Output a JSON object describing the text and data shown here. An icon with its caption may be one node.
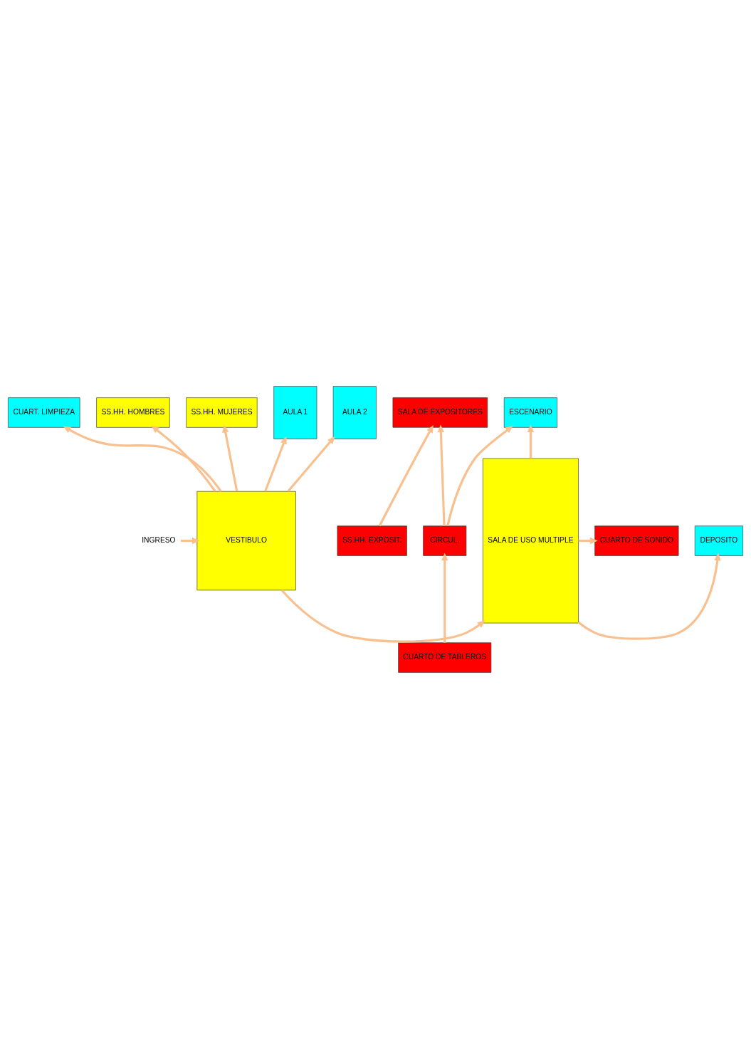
{
  "diagram": {
    "nodes": [
      {
        "text": [
          "SALA DE EXPOSITORES"
        ]
      },
      {
        "text": [
          "SS.HH. EXPOSIT."
        ]
      },
      {
        "text": [
          "CIRCUL."
        ]
      },
      {
        "text": [
          "CUARTO DE TABLEROS"
        ]
      },
      {
        "text": [
          "ESCENARIO"
        ]
      },
      {
        "text": [
          "CUART. LIMPIEZA"
        ]
      },
      {
        "text": [
          "CUARTO DE SONIDO"
        ]
      },
      {
        "text": [
          "SALA DE USO MULTIPLE"
        ]
      },
      {
        "text": [
          "DEPOSITO"
        ]
      },
      {
        "text": [
          "SS.HH. HOMBRES"
        ]
      },
      {
        "text": [
          "SS.HH. MUJERES"
        ]
      },
      {
        "text": [
          "VESTIBULO"
        ]
      },
      {
        "text": [
          "INGRESO"
        ]
      },
      {
        "text": [
          "AULA 1"
        ]
      },
      {
        "text": [
          "AULA 2"
        ]
      }
    ],
    "edges": [
      {
        "from": 1,
        "to": 0,
        "arrow": "to"
      },
      {
        "from": 2,
        "to": 0,
        "arrow": "to"
      },
      {
        "from": 3,
        "to": 2,
        "arrow": "to"
      },
      {
        "from": 2,
        "to": 4,
        "arrow": "to"
      },
      {
        "from": 7,
        "to": 4,
        "arrow": "to"
      },
      {
        "from": 7,
        "to": 6,
        "arrow": "to"
      },
      {
        "from": 7,
        "to": 8,
        "arrow": "to"
      },
      {
        "from": 11,
        "to": 9,
        "arrow": "to"
      },
      {
        "from": 11,
        "to": 10,
        "arrow": "to"
      },
      {
        "from": 11,
        "to": 5,
        "arrow": "to"
      },
      {
        "from": 11,
        "to": 7,
        "arrow": "to"
      },
      {
        "from": 12,
        "to": 11,
        "arrow": "to"
      },
      {
        "from": 11,
        "to": 13,
        "arrow": "to"
      },
      {
        "from": 11,
        "to": 14,
        "arrow": "to"
      }
    ]
  }
}
